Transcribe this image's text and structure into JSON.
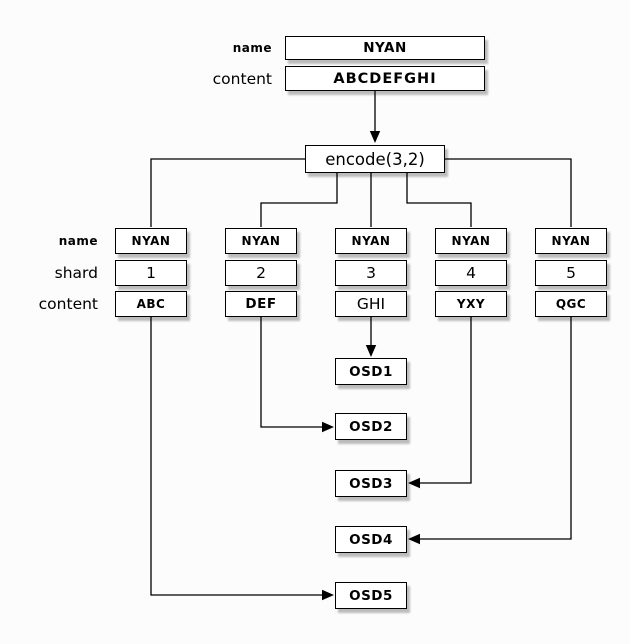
{
  "palette": {
    "background": "#fcfcfc",
    "box_fill": "#ffffff",
    "line": "#000000",
    "shadow": "#c2c2c2"
  },
  "source_object": {
    "name_label": "name",
    "content_label": "content",
    "name_value": "NYAN",
    "content_value": "ABCDEFGHI"
  },
  "encode_node": {
    "label": "encode(3,2)"
  },
  "row_labels": {
    "name": "name",
    "shard": "shard",
    "content": "content"
  },
  "shards": [
    {
      "name": "NYAN",
      "shard": "1",
      "content": "ABC"
    },
    {
      "name": "NYAN",
      "shard": "2",
      "content": "DEF"
    },
    {
      "name": "NYAN",
      "shard": "3",
      "content": "GHI"
    },
    {
      "name": "NYAN",
      "shard": "4",
      "content": "YXY"
    },
    {
      "name": "NYAN",
      "shard": "5",
      "content": "QGC"
    }
  ],
  "osd_nodes": [
    {
      "label": "OSD1"
    },
    {
      "label": "OSD2"
    },
    {
      "label": "OSD3"
    },
    {
      "label": "OSD4"
    },
    {
      "label": "OSD5"
    }
  ],
  "edges": [
    {
      "from": "source-content",
      "to": "encode",
      "arrow": true
    },
    {
      "from": "encode",
      "to": "shard-1",
      "arrow": false
    },
    {
      "from": "encode",
      "to": "shard-2",
      "arrow": false
    },
    {
      "from": "encode",
      "to": "shard-3",
      "arrow": false
    },
    {
      "from": "encode",
      "to": "shard-4",
      "arrow": false
    },
    {
      "from": "encode",
      "to": "shard-5",
      "arrow": false
    },
    {
      "from": "shard-3",
      "to": "OSD1",
      "arrow": true
    },
    {
      "from": "shard-2",
      "to": "OSD2",
      "arrow": true
    },
    {
      "from": "shard-4",
      "to": "OSD3",
      "arrow": true
    },
    {
      "from": "shard-5",
      "to": "OSD4",
      "arrow": true
    },
    {
      "from": "shard-1",
      "to": "OSD5",
      "arrow": true
    }
  ]
}
